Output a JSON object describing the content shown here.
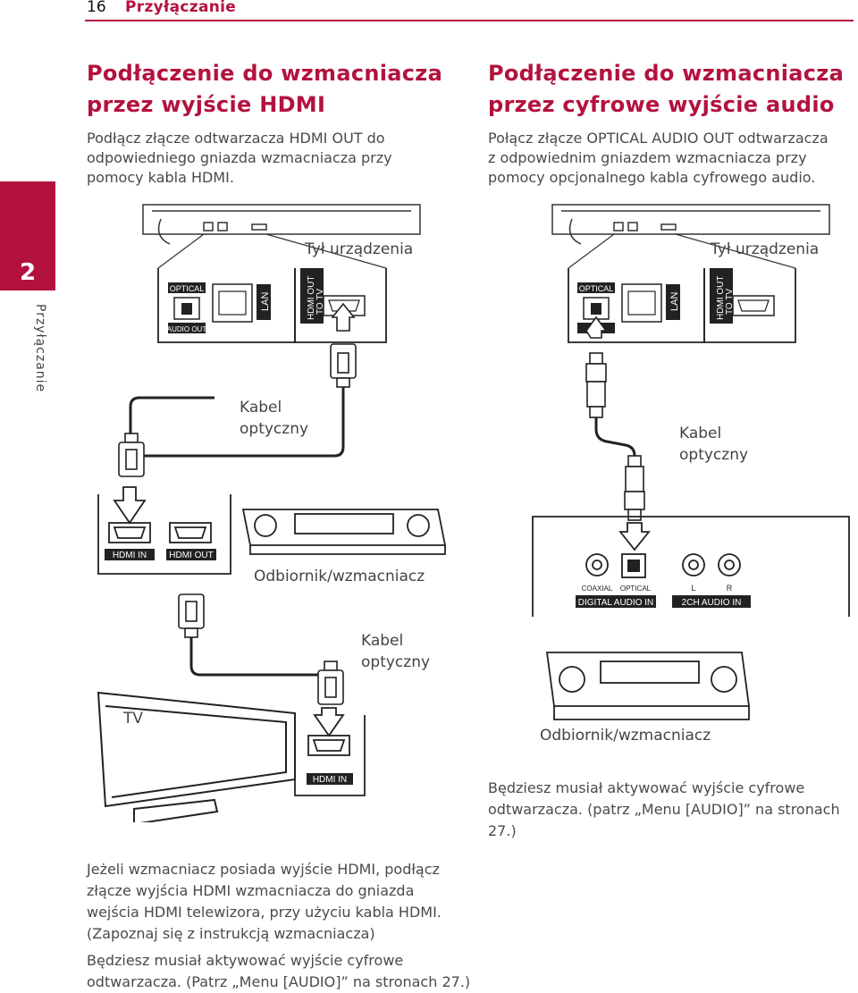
{
  "header": {
    "page_number": "16",
    "section": "Przyłączanie"
  },
  "side_tab": {
    "number": "2",
    "label": "Przyłączanie"
  },
  "left": {
    "title_line1": "Podłączenie do wzmacniacza",
    "title_line2": "przez wyjście HDMI",
    "desc": [
      "Podłącz złącze odtwarzacza HDMI OUT do",
      "odpowiedniego gniazda wzmacniacza przy",
      "pomocy kabla HDMI."
    ],
    "device_back_label": "Tył urządzenia",
    "cable_label_1": [
      "Kabel",
      "optyczny"
    ],
    "receiver_label": "Odbiornik/wzmacniacz",
    "cable_label_2": [
      "Kabel",
      "optyczny"
    ],
    "tv_label": "TV",
    "note1": [
      "Jeżeli wzmacniacz posiada wyjście HDMI, podłącz",
      "złącze wyjścia HDMI wzmacniacza do gniazda",
      "wejścia HDMI telewizora, przy użyciu kabla HDMI.",
      "(Zapoznaj się z instrukcją wzmacniacza)"
    ],
    "note2": [
      "Będziesz musiał aktywować wyjście cyfrowe",
      "odtwarzacza. (Patrz „Menu [AUDIO]” na stronach 27.)"
    ]
  },
  "right": {
    "title_line1": "Podłączenie do wzmacniacza",
    "title_line2": "przez cyfrowe wyjście audio",
    "desc": [
      "Połącz złącze OPTICAL AUDIO OUT odtwarzacza",
      "z odpowiednim gniazdem wzmacniacza przy",
      "pomocy opcjonalnego kabla cyfrowego audio."
    ],
    "device_back_label": "Tył urządzenia",
    "cable_label": [
      "Kabel",
      "optyczny"
    ],
    "receiver_label": "Odbiornik/wzmacniacz",
    "note": [
      "Będziesz musiał aktywować wyjście cyfrowe",
      "odtwarzacza. (patrz „Menu [AUDIO]” na stronach",
      "27.)"
    ]
  },
  "panel_labels": {
    "optical": "OPTICAL",
    "audio_out": "AUDIO OUT",
    "lan": "LAN",
    "hdmi_out_1": "HDMI OUT",
    "hdmi_out_2": "TO TV",
    "hdmi_in": "HDMI IN",
    "hdmi_out": "HDMI OUT",
    "coaxial": "COAXIAL",
    "digital_audio_in": "DIGITAL AUDIO IN",
    "ch_l": "L",
    "ch_r": "R",
    "two_ch_audio_in": "2CH AUDIO IN"
  },
  "colors": {
    "accent": "#b3123e",
    "text": "#444444"
  }
}
